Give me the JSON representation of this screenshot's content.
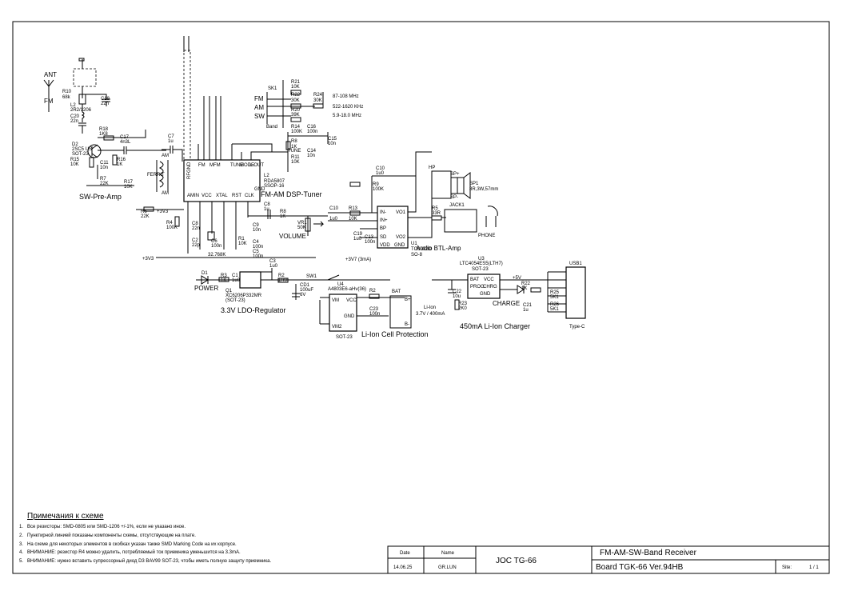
{
  "labels": {
    "ant": "ANT",
    "fm": "FM",
    "r10": "R10",
    "r10v": "68k",
    "l2": "L2",
    "l2v": "2R2/1206",
    "c20": "C20",
    "c20v": "22n",
    "c18": "C18",
    "c18v": "22n",
    "l1": "L1",
    "l1v": "2R2/1206M",
    "d2": "D2",
    "d2v": "2SC5 US",
    "d2p": "SOT-23",
    "r18": "R18",
    "r18v": "1K8",
    "c17": "C17",
    "c17v": "4n3L",
    "r15": "R15",
    "r15v": "10K",
    "c11": "C11",
    "c11v": "10n",
    "r16": "R16",
    "r16v": "1K",
    "r7": "R7",
    "r7v": "22K",
    "r17": "R17",
    "r17v": "10K",
    "swpre": "SW-Pre-Amp",
    "am": "AM",
    "am2": "AM",
    "ferr": "FERRIT",
    "c7": "C7",
    "c7v": "1u",
    "r6": "R6",
    "r6v": "22K",
    "v3v3": "+3V3",
    "r4": "R4",
    "r4v": "100K",
    "c8": "C8",
    "c8v": "22n",
    "c2": "C2",
    "c2v": "22p",
    "c6": "C6",
    "c6v": "100n",
    "c3": "C3",
    "c3v": "22p",
    "qz": "32.768K",
    "r1": "R1",
    "r1v": "10K",
    "c4": "C4",
    "c4v": "100n",
    "c5": "C5",
    "c5v": "100n",
    "c9": "C9",
    "c9v": "10n",
    "u2": "L2",
    "u2v": "RDA5807",
    "u2p": "SSOP-16",
    "tuner": "FM-AM DSP-Tuner",
    "p_rfgnd": "RFGND",
    "p_fm": "FM",
    "p_mfm": "MFM",
    "p_tune": "TUNE",
    "p_mode": "MODE",
    "p_lout": "L-OUT",
    "p_amin": "AMIN",
    "p_vcc": "VCC",
    "p_xtal": "XTAL",
    "p_rst": "RST",
    "p_clk": "CLK",
    "p_gnd": "GND",
    "sk1": "SK1",
    "r21": "R21",
    "r21v": "10K",
    "r22": "R22",
    "r22v": "30K",
    "r24": "R24",
    "r24v": "30K",
    "r20": "R20",
    "r20v": "39K",
    "sfm": "FM",
    "sam": "AM",
    "ssw": "SW",
    "band": "Band",
    "fmr": "87-108 MHz",
    "amr": "522-1620 KHz",
    "swr": "5.9-18.0 MHz",
    "r14": "R14",
    "r14v": "100K",
    "c16": "C16",
    "c16v": "100n",
    "tune": "TUNE",
    "c15": "C15",
    "c15v": "10n",
    "r11": "R11",
    "r11v": "10K",
    "c14": "C14",
    "c14v": "10n",
    "c8b": "C8",
    "c8bv": "1u",
    "r8": "R8",
    "r8v": "1K",
    "vr1": "VR1",
    "vr1v": "50K",
    "volume": "VOLUME",
    "c10": "C10",
    "c10v": "1u0",
    "r13": "R13",
    "r13v": "10K",
    "r9": "R9",
    "r9v": "100K",
    "c19": "C19",
    "c19v": "1u0",
    "c13": "C13",
    "c13v": "100n",
    "p_in": "IN-",
    "p_ip": "IN+",
    "p_bp": "BP",
    "p_sd": "SD",
    "p_vo1": "VO1",
    "p_vo2": "VO2",
    "p_vdd": "VDD",
    "p_gnd2": "GND",
    "u1": "U1",
    "u1v": "TC8002D",
    "u1p": "SO-8",
    "btl": "Audio BTL-Amp",
    "v37": "+3V7 (3mA)",
    "hp": "HP",
    "sp1": "SP1",
    "sp1v": "8R,3W,57mm",
    "spp": "SP+",
    "spm": "SP-",
    "jack": "JACK1",
    "r5": "R5",
    "r5v": "33R",
    "phone": "PHONE",
    "d1": "D1",
    "power": "POWER",
    "r3": "R3",
    "r3v": "1K",
    "c1": "C1",
    "c1v": "1u0",
    "q1": "Q1",
    "q1v": "XC6206P332MR",
    "q1p": "(SOT-23)",
    "ldo": "3.3V LDO-Regulator",
    "c3b": "C3",
    "c3bv": "1u0",
    "r2": "R2",
    "r2v": "1R0",
    "sw1": "SW1",
    "cd1": "CD1",
    "cd1v": "100uF",
    "cd1p": "6V",
    "u4": "U4",
    "u4v": "A4803E6-aHv(36)",
    "u4p": "SOT-23",
    "c23": "C23",
    "c23v": "100n",
    "p_vm": "VM",
    "p_vcc2": "VCC",
    "p_gnd3": "GND",
    "p_vm2": "VM2",
    "bat": "BAT",
    "bp": "B+",
    "bm": "B-",
    "liion": "Li-Ion",
    "liv": "3.7V / 400mA",
    "prot": "Li-Ion Cell Protection",
    "c22": "C22",
    "c22v": "10u",
    "r23": "R23",
    "r23v": "2K0",
    "u3": "U3",
    "u3v": "LTC4054ES5(LTH7)",
    "u3p": "SOT-23",
    "p_bat": "BAT",
    "p_prog": "PROG",
    "p_chrg": "CHRG",
    "p_vcc3": "VCC",
    "p_gnd4": "GND",
    "v5": "+5V",
    "r22b": "R22",
    "r22bv": "1K",
    "c21": "C21",
    "c21v": "1u",
    "charge": "CHARGE",
    "charger": "450mA Li-Ion Charger",
    "usb": "USB1",
    "usbt": "Type-C",
    "r25": "R25",
    "r25v": "5K1",
    "r26": "R26",
    "r26v": "5K1"
  },
  "notes": {
    "title": "Примечания к схеме",
    "items": [
      "Все резисторы:  SMD-0805 или  SMD-1206 +/-1%, если не указано иное.",
      "Пунктирной линией показаны компоненты схемы, отсутствующие на плате.",
      "На схеме для некоторых элементов в скобках указан также SMD Marking Code на их корпусе.",
      "ВНИМАНИЕ: резистор R4 можно удалить, потребляемый ток приемника уменьшится на 3.3mA.",
      "ВНИМАНИЕ: нужно вставить супрессорный диод D3 BAV99 SOT-23, чтобы иметь полную защиту приемника."
    ]
  },
  "titleblock": {
    "date_h": "Date",
    "name_h": "Name",
    "date": "14.06.25",
    "name": "GR.LUN",
    "model": "JOC  TG-66",
    "title": "FM-AM-SW-Band Receiver",
    "board": "Board TGK-66  Ver.94HB",
    "site_h": "Site:",
    "site": "1 / 1"
  }
}
